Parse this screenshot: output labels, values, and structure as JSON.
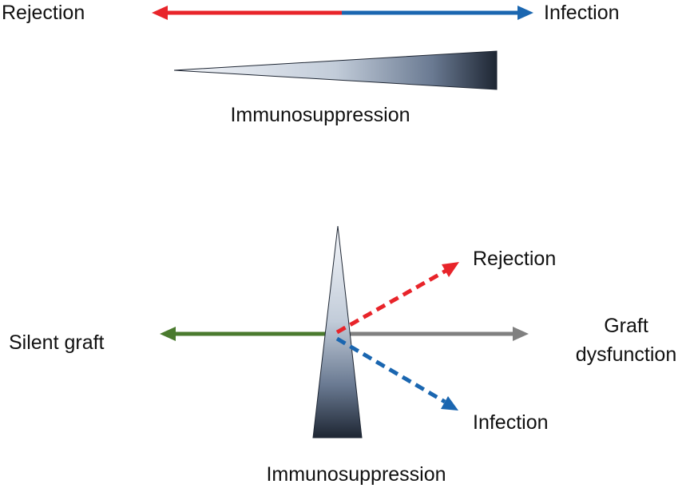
{
  "top": {
    "left_label": "Rejection",
    "right_label": "Infection",
    "wedge_label": "Immunosuppression",
    "left_arrow_color": "#e8242a",
    "right_arrow_color": "#1a66b0"
  },
  "bottom": {
    "left_label": "Silent graft",
    "right_label_line1": "Graft",
    "right_label_line2": "dysfunction",
    "upper_branch_label": "Rejection",
    "lower_branch_label": "Infection",
    "wedge_label": "Immunosuppression",
    "left_arrow_color": "#4a7a2e",
    "right_arrow_color": "#808080",
    "upper_branch_color": "#e8242a",
    "lower_branch_color": "#1a66b0"
  },
  "wedge_colors": {
    "light": "#f4f6fa",
    "dark": "#1e2633"
  }
}
